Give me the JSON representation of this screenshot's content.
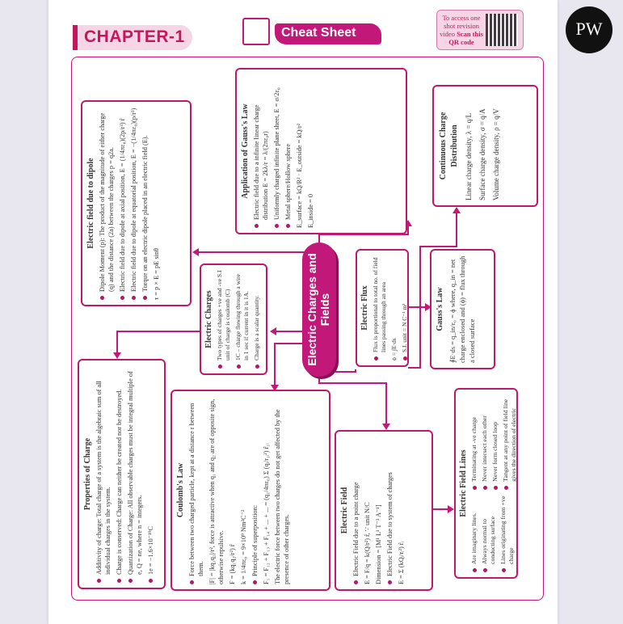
{
  "header": {
    "chapter": "CHAPTER-1",
    "cheat_sheet": "Cheat Sheet",
    "qr_text": "To access one shot revision video",
    "qr_bold": "Scan this QR code",
    "logo": "PW"
  },
  "central": "Electric Charges and Fields",
  "colors": {
    "accent": "#c2187a",
    "light": "#f6d6e6"
  },
  "dipole": {
    "title": "Electric field due to dipole",
    "items": [
      "Dipole Moment (p): The product of the magnitude of either charge (q) and the distance (2a) between the charges p = q2a.",
      "Electric field due to dipole at axial position, E = (1/4πε₀)(2p/r³) r̂",
      "Electric field due to dipole at equatorial position, E = −(1/4πε₀)(p/r³)",
      "Torque on an electric dipole placed in an electric field (E)."
    ],
    "formula": "τ = p × E = pE sinθ"
  },
  "gauss_app": {
    "title": "Application of Gauss's Law",
    "items": [
      "Electric field due to a infinite linear charge distribution E = 2kλ/r = λ/(2πε₀r)",
      "Uniformly charged infinite plane sheet, E = σ/2ε₀",
      "Metal sphere/Hollow sphere"
    ],
    "f1": "E_surface = kQ/R² · E_outside = kQ/r²",
    "f2": "E_inside = 0"
  },
  "continuous": {
    "title": "Continuous Charge Distribution",
    "items": [
      "Linear charge density, λ = q/L",
      "Surface charge density, σ = q/A",
      "Volume charge density, ρ = q/V"
    ]
  },
  "charges": {
    "title": "Electric Charges",
    "items": [
      "Two types of charges +ve and -ve S.I unit of charge is coulomb (C)",
      "1C – charge flowing through a wire in 1 sec if current in it is 1A.",
      "Charge is a scalar quantity."
    ]
  },
  "flux": {
    "title": "Electric Flux",
    "items": [
      "Flux is proportional to total no. of field lines passing through an area",
      "S.I. unit = N C⁻¹ m²"
    ],
    "formula": "ϕ = ∫E·ds"
  },
  "gauss": {
    "title": "Gauss's Law",
    "text": "∮E·ds = q_in/ε₀ = ϕ where, q_in = net charge enclosed and (ϕ) = flux through a closed surface"
  },
  "properties": {
    "title": "Properties of Charge",
    "items": [
      "Additivity of charge: Total charge of a system is the algebraic sum of all individual charges in the system.",
      "Charge is conserved: Charge can neither be created nor be destroyed.",
      "Quantization of Charge: All observable charges must be integral multiple of e, Q = ne, where n = integers.",
      "1e = −1.6×10⁻¹⁹C"
    ]
  },
  "coulomb": {
    "title": "Coulomb's Law",
    "items": [
      "Force between two charged particle, kept at a distance r between them.",
      "Principle of superposition:"
    ],
    "lines": [
      "|F| = |kq₁q₂|/r², force is attractive when q₁ and q₂ are of opposite sign, otherwise repulsive.",
      "F = (kq₁q₂/r²) r̂",
      "k = 1/4πε₀ = 9×10⁹ Nm²C⁻²"
    ],
    "superposition": "F₁ = F₁₂ + F₁₃ + F₁₄ + ... + ... = (q₁/4πε₀) Σ (qᵢ/r₁ᵢ²) r̂₁ᵢ",
    "note": "The electric force between two charges do not get affected by the presence of other charges."
  },
  "efield": {
    "title": "Electric Field",
    "items": [
      "Electric Field due to a point charge",
      "Electric Field due to system of charges"
    ],
    "f1": "E = F/q = k(Q/r²) r̂, ∵ unit N/C",
    "f2": "Dimension = [M¹ L¹ T⁻³ A⁻¹]",
    "f3": "E = Σ (kQᵢ/rᵢ²) r̂ᵢ"
  },
  "lines": {
    "title": "Electric Field Lines",
    "left": [
      "Are imaginary lines.",
      "Always normal to conducting surface",
      "Lines originating from +ve charge"
    ],
    "right": [
      "Terminating at -ve charge",
      "Never intersect each other",
      "Never form closed loop",
      "Tangent at any point of field line gives the direction of electric field."
    ]
  }
}
